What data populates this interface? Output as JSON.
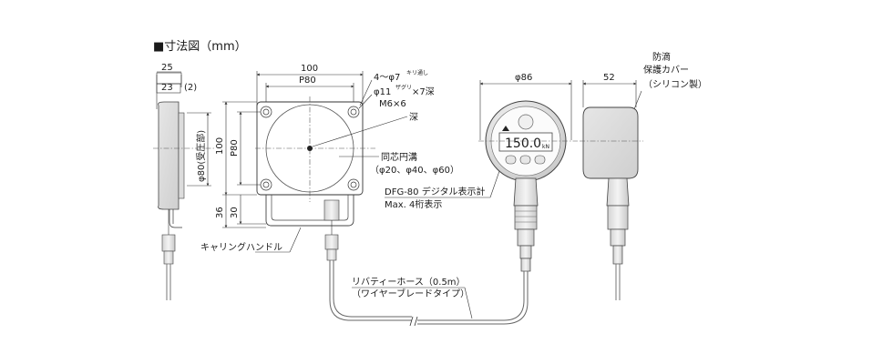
{
  "heading": {
    "text": "■寸法図（mm）"
  },
  "side_view": {
    "dim_top": "25",
    "dim_second": "23",
    "dim_second_extra": "(2)",
    "dim_vertical": "φ80(受圧部)"
  },
  "front_view": {
    "dim_width": "100",
    "dim_pitch_h": "P80",
    "dim_height": "100",
    "dim_pitch_v": "P80",
    "dim_handle_total": "36",
    "dim_handle": "30",
    "label_holes": "4～φ7",
    "label_holes_sup": "キリ通し",
    "label_counterbore": "φ11",
    "label_counterbore_sup": "ザグリ",
    "label_counterbore_depth": "×7深",
    "label_thread": "M6×6",
    "label_depth": "深",
    "label_grooves_title": "同芯円溝",
    "label_grooves_values": "（φ20、φ40、φ60）",
    "label_handle": "キャリングハンドル"
  },
  "gauge_view": {
    "dim_diameter": "φ86",
    "display_value": "150.0",
    "display_unit": "kN",
    "label_model": "DFG-80 デジタル表示計",
    "label_digits": "Max. 4桁表示",
    "label_hose_line1": "リバティーホース（0.5m）",
    "label_hose_line2": "（ワイヤーブレードタイプ）"
  },
  "right_view": {
    "dim_depth": "52",
    "label_cover_line1": "防滴",
    "label_cover_line2": "保護カバー",
    "label_cover_line3": "（シリコン製）"
  }
}
